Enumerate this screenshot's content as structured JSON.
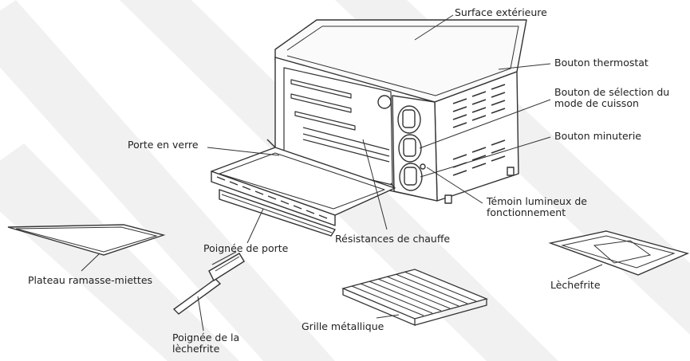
{
  "labels": {
    "surface_exterieure": "Surface extérieure",
    "bouton_thermostat": "Bouton thermostat",
    "bouton_selection_line1": "Bouton de sélection du",
    "bouton_selection_line2": "mode de cuisson",
    "bouton_minuterie": "Bouton minuterie",
    "porte_en_verre": "Porte en verre",
    "temoin_line1": "Témoin lumineux de",
    "temoin_line2": "fonctionnement",
    "poignee_de_porte": "Poignée de porte",
    "resistances": "Résistances de chauffe",
    "plateau": "Plateau ramasse-miettes",
    "poignee_lechefrite_line1": "Poignée de la",
    "poignee_lechefrite_line2": "lèchefrite",
    "grille": "Grille métallique",
    "lechefrite": "Lèchefrite"
  },
  "colors": {
    "line": "#333333",
    "stripe": "#f1f1f1"
  }
}
